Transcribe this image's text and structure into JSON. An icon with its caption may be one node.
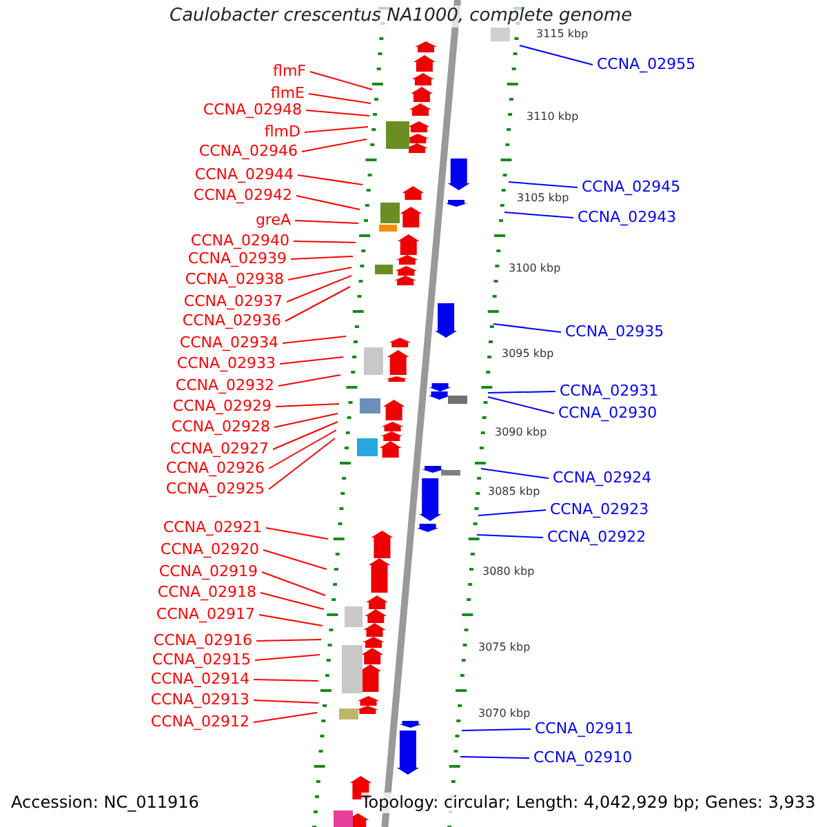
{
  "diagram": {
    "title": "Caulobacter crescentus NA1000, complete genome",
    "nodes": [
      {
        "text": [
          "flmF"
        ]
      },
      {
        "text": [
          "flmE"
        ]
      },
      {
        "text": [
          "CCNA_02948"
        ]
      },
      {
        "text": [
          "flmD"
        ]
      },
      {
        "text": [
          "CCNA_02946"
        ]
      },
      {
        "text": [
          "CCNA_02944"
        ]
      },
      {
        "text": [
          "CCNA_02942"
        ]
      },
      {
        "text": [
          "greA"
        ]
      },
      {
        "text": [
          "CCNA_02940"
        ]
      },
      {
        "text": [
          "CCNA_02939"
        ]
      },
      {
        "text": [
          "CCNA_02938"
        ]
      },
      {
        "text": [
          "CCNA_02937"
        ]
      },
      {
        "text": [
          "CCNA_02936"
        ]
      },
      {
        "text": [
          "CCNA_02934"
        ]
      },
      {
        "text": [
          "CCNA_02933"
        ]
      },
      {
        "text": [
          "CCNA_02932"
        ]
      },
      {
        "text": [
          "CCNA_02929"
        ]
      },
      {
        "text": [
          "CCNA_02928"
        ]
      },
      {
        "text": [
          "CCNA_02927"
        ]
      },
      {
        "text": [
          "CCNA_02926"
        ]
      },
      {
        "text": [
          "CCNA_02925"
        ]
      },
      {
        "text": [
          "CCNA_02921"
        ]
      },
      {
        "text": [
          "CCNA_02920"
        ]
      },
      {
        "text": [
          "CCNA_02919"
        ]
      },
      {
        "text": [
          "CCNA_02918"
        ]
      },
      {
        "text": [
          "CCNA_02917"
        ]
      },
      {
        "text": [
          "CCNA_02916"
        ]
      },
      {
        "text": [
          "CCNA_02915"
        ]
      },
      {
        "text": [
          "CCNA_02914"
        ]
      },
      {
        "text": [
          "CCNA_02913"
        ]
      },
      {
        "text": [
          "CCNA_02912"
        ]
      },
      {
        "text": [
          "CCNA_02955"
        ]
      },
      {
        "text": [
          "CCNA_02945"
        ]
      },
      {
        "text": [
          "CCNA_02943"
        ]
      },
      {
        "text": [
          "CCNA_02935"
        ]
      },
      {
        "text": [
          "CCNA_02931"
        ]
      },
      {
        "text": [
          "CCNA_02930"
        ]
      },
      {
        "text": [
          "CCNA_02924"
        ]
      },
      {
        "text": [
          "CCNA_02923"
        ]
      },
      {
        "text": [
          "CCNA_02922"
        ]
      },
      {
        "text": [
          "CCNA_02911"
        ]
      },
      {
        "text": [
          "CCNA_02910"
        ]
      }
    ],
    "edges": [
      {
        "from": 0,
        "to": null,
        "arrow": "none"
      },
      {
        "from": 1,
        "to": null,
        "arrow": "none"
      },
      {
        "from": 2,
        "to": null,
        "arrow": "none"
      },
      {
        "from": 3,
        "to": null,
        "arrow": "none"
      },
      {
        "from": 4,
        "to": null,
        "arrow": "none"
      },
      {
        "from": 5,
        "to": null,
        "arrow": "none"
      },
      {
        "from": 6,
        "to": null,
        "arrow": "none"
      },
      {
        "from": 7,
        "to": null,
        "arrow": "none"
      },
      {
        "from": 8,
        "to": null,
        "arrow": "none"
      },
      {
        "from": 9,
        "to": null,
        "arrow": "none"
      },
      {
        "from": 10,
        "to": null,
        "arrow": "none"
      },
      {
        "from": 11,
        "to": null,
        "arrow": "none"
      },
      {
        "from": 12,
        "to": null,
        "arrow": "none"
      },
      {
        "from": 13,
        "to": null,
        "arrow": "none"
      },
      {
        "from": 14,
        "to": null,
        "arrow": "none"
      },
      {
        "from": 15,
        "to": null,
        "arrow": "none"
      },
      {
        "from": 16,
        "to": null,
        "arrow": "none"
      },
      {
        "from": 17,
        "to": null,
        "arrow": "none"
      },
      {
        "from": 18,
        "to": null,
        "arrow": "none"
      },
      {
        "from": 19,
        "to": null,
        "arrow": "none"
      },
      {
        "from": 20,
        "to": null,
        "arrow": "none"
      },
      {
        "from": 21,
        "to": null,
        "arrow": "none"
      },
      {
        "from": 22,
        "to": null,
        "arrow": "none"
      },
      {
        "from": 23,
        "to": null,
        "arrow": "none"
      },
      {
        "from": 24,
        "to": null,
        "arrow": "none"
      },
      {
        "from": 25,
        "to": null,
        "arrow": "none"
      },
      {
        "from": 26,
        "to": null,
        "arrow": "none"
      },
      {
        "from": 27,
        "to": null,
        "arrow": "none"
      },
      {
        "from": 28,
        "to": null,
        "arrow": "none"
      },
      {
        "from": 29,
        "to": null,
        "arrow": "none"
      },
      {
        "from": 30,
        "to": null,
        "arrow": "none"
      },
      {
        "from": 31,
        "to": null,
        "arrow": "none",
        "color": "#0000ff"
      },
      {
        "from": 32,
        "to": null,
        "arrow": "none",
        "color": "#0000ff"
      },
      {
        "from": 33,
        "to": null,
        "arrow": "none",
        "color": "#0000ff"
      },
      {
        "from": 34,
        "to": null,
        "arrow": "none",
        "color": "#0000ff"
      },
      {
        "from": 35,
        "to": null,
        "arrow": "none",
        "color": "#0000ff"
      },
      {
        "from": 36,
        "to": null,
        "arrow": "none",
        "color": "#0000ff"
      },
      {
        "from": 37,
        "to": null,
        "arrow": "none",
        "color": "#0000ff"
      },
      {
        "from": 38,
        "to": null,
        "arrow": "none",
        "color": "#0000ff"
      },
      {
        "from": 39,
        "to": null,
        "arrow": "none",
        "color": "#0000ff"
      },
      {
        "from": 40,
        "to": null,
        "arrow": "none",
        "color": "#0000ff"
      },
      {
        "from": 41,
        "to": null,
        "arrow": "none",
        "color": "#0000ff"
      }
    ],
    "labels": [
      "3115 kbp",
      "3110 kbp",
      "3105 kbp",
      "3100 kbp",
      "3095 kbp",
      "3090 kbp",
      "3085 kbp",
      "3080 kbp",
      "3075 kbp",
      "3070 kbp",
      "Accession: NC_011916",
      "Topology: circular; Length: 4,042,929 bp; Genes: 3,933"
    ]
  }
}
